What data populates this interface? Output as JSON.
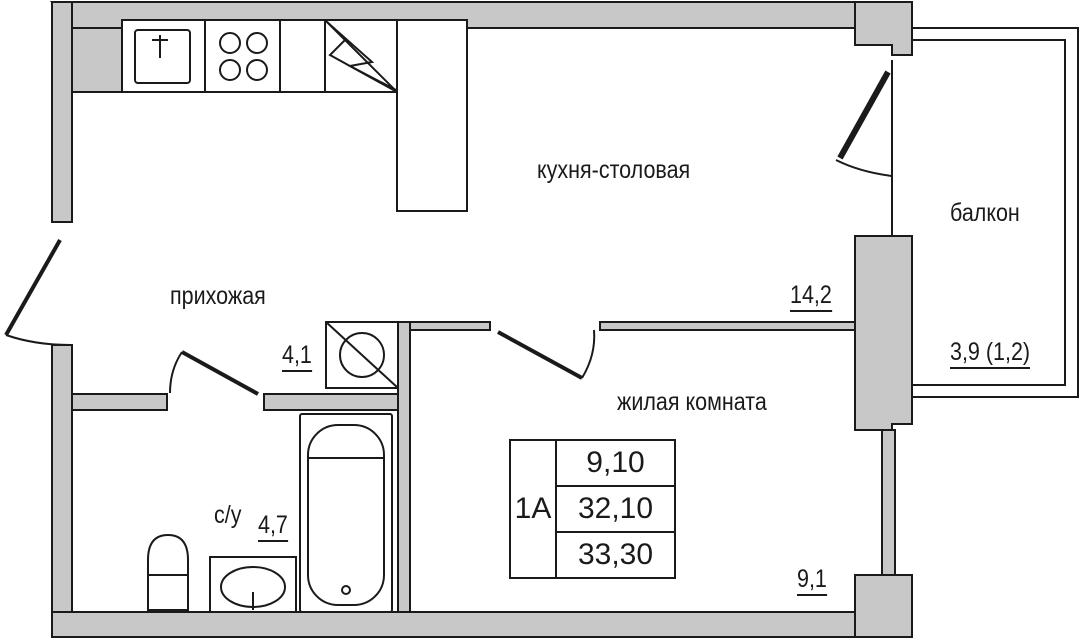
{
  "rooms": {
    "kitchen": {
      "name": "кухня-столовая",
      "area": "14,2"
    },
    "balcony": {
      "name": "балкон",
      "area": "3,9 (1,2)"
    },
    "hallway": {
      "name": "прихожая",
      "area": "4,1"
    },
    "living": {
      "name": "жилая комната",
      "area": "9,1"
    },
    "bathroom": {
      "name": "с/у",
      "area": "4,7"
    }
  },
  "apartment": {
    "type": "1А",
    "values": [
      "9,10",
      "32,10",
      "33,30"
    ]
  },
  "colors": {
    "wall": "#c8c8c8",
    "line": "#1a1a1a"
  }
}
